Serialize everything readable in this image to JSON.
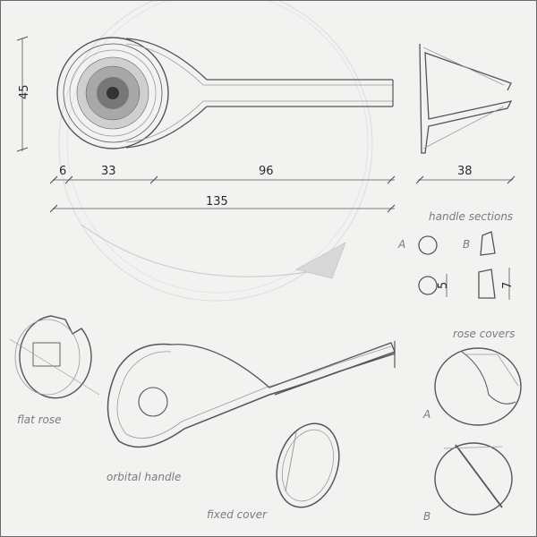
{
  "dimensions": {
    "height": "45",
    "seg_a": "6",
    "seg_b": "33",
    "seg_c": "96",
    "total": "135",
    "side": "38"
  },
  "handle_sections": {
    "title": "handle sections",
    "label_a": "A",
    "label_b": "B",
    "dim_a": "5",
    "dim_b": "7"
  },
  "rose_covers": {
    "title": "rose covers",
    "label_a": "A",
    "label_b": "B"
  },
  "captions": {
    "flat_rose": "flat rose",
    "orbital_handle": "orbital handle",
    "fixed_cover": "fixed cover"
  }
}
